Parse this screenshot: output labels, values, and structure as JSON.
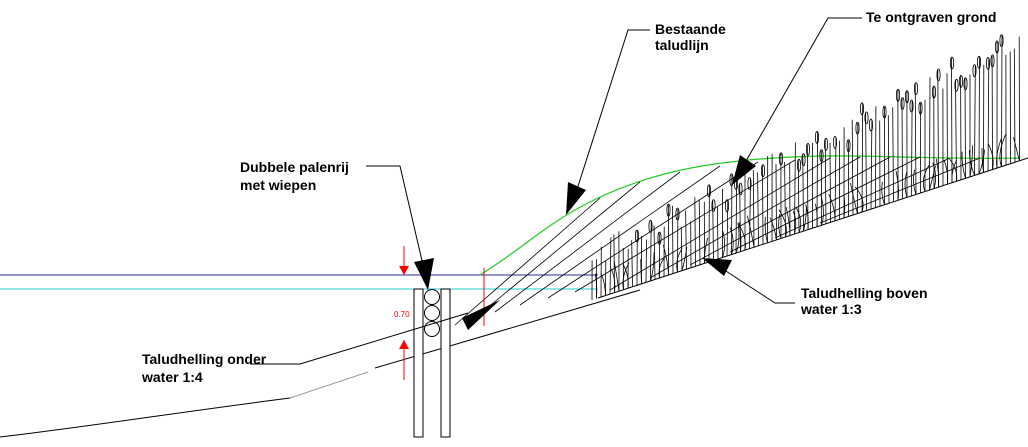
{
  "labels": {
    "bestaande_line1": "Bestaande",
    "bestaande_line2": "taludlijn",
    "ontgraven": "Te ontgraven grond",
    "palenrij_line1": "Dubbele palenrij",
    "palenrij_line2": "met wiepen",
    "boven_line1": "Taludhelling boven",
    "boven_line2": "water 1:3",
    "onder_line1": "Taludhelling onder",
    "onder_line2": "water 1:4",
    "dimension": "0.70"
  },
  "colors": {
    "existing_slope": "#22cc22",
    "water_high": "#2a2aa8",
    "water_low": "#22cccc",
    "dimension": "#ff0000",
    "line": "#000000"
  }
}
